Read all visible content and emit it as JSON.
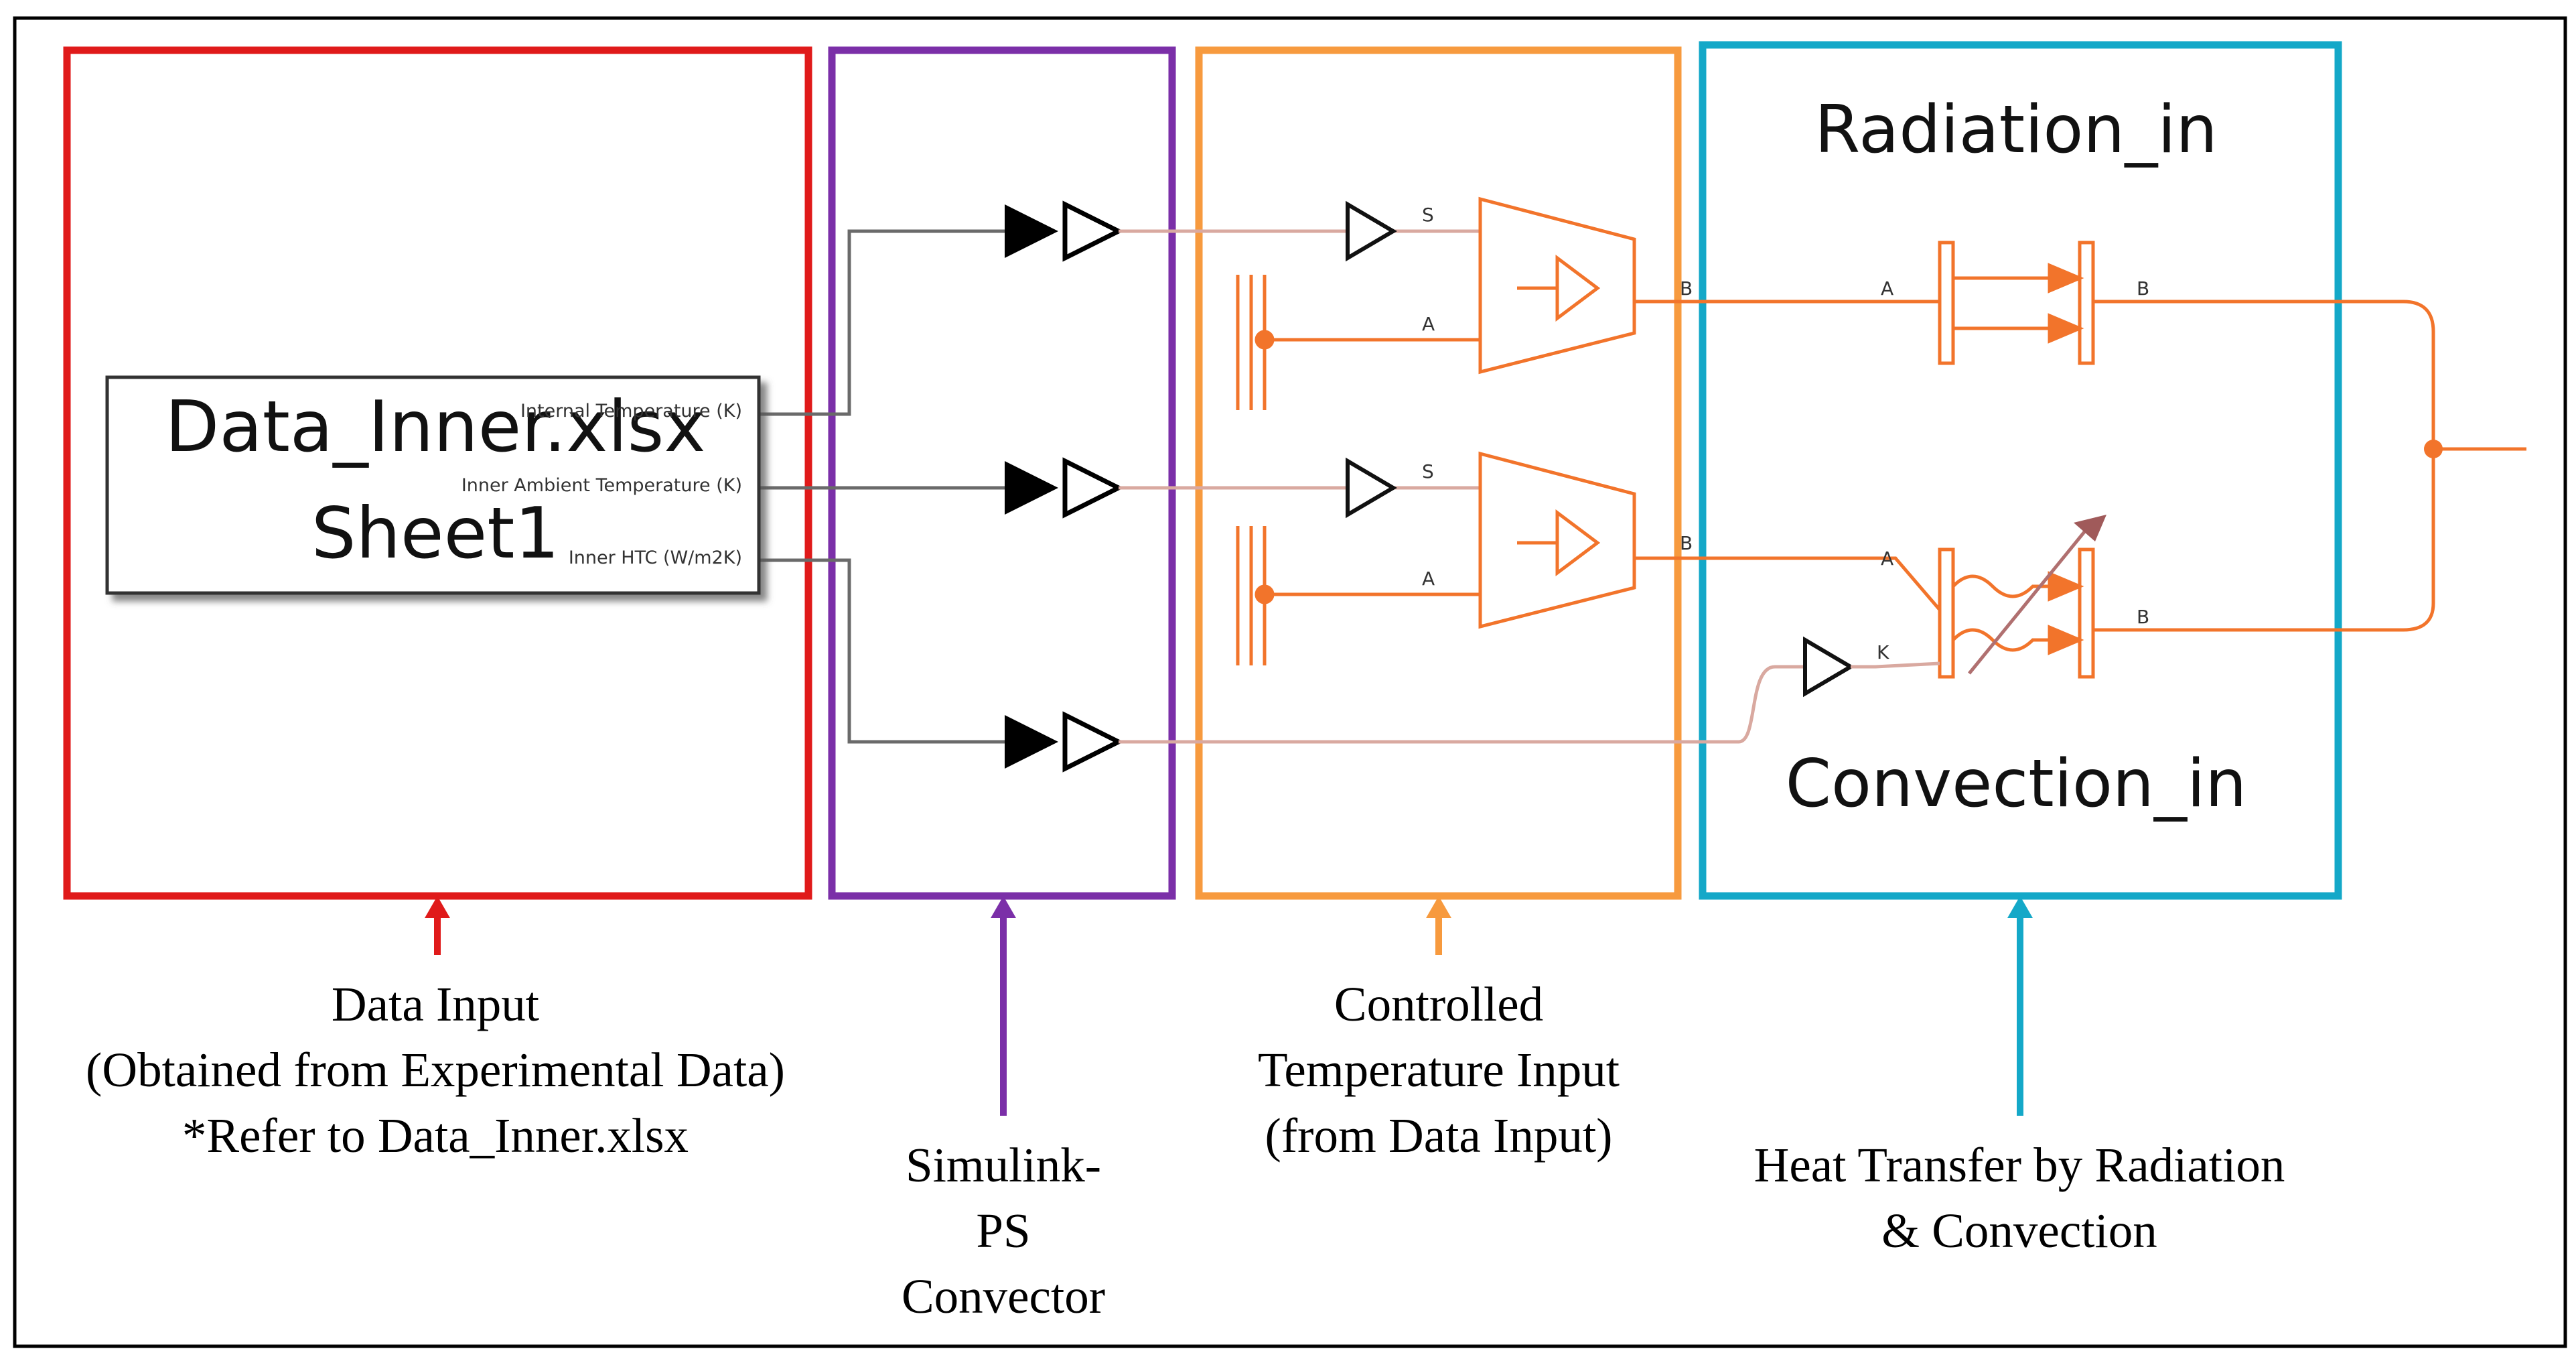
{
  "colors": {
    "red": "#e01a1a",
    "purple": "#7b2fa8",
    "orange": "#f79a3e",
    "cyan": "#14a8c8",
    "signal": "#f2742b",
    "wire": "#555555"
  },
  "block": {
    "title_line1": "Data_Inner.xlsx",
    "title_line2": "Sheet1",
    "port1": "Internal Temperature (K)",
    "port2": "Inner Ambient Temperature (K)",
    "port3": "Inner HTC (W/m2K)"
  },
  "port_letters": {
    "s": "S",
    "a": "A",
    "b": "B",
    "k": "K"
  },
  "labels": {
    "radiation": "Radiation_in",
    "convection": "Convection_in"
  },
  "captions": {
    "data_input": [
      "Data Input",
      "(Obtained from Experimental Data)",
      "*Refer to Data_Inner.xlsx"
    ],
    "converter": [
      "Simulink-",
      "PS",
      "Convector"
    ],
    "controlled": [
      "Controlled",
      "Temperature Input",
      "(from Data Input)"
    ],
    "heat": [
      "Heat Transfer by Radiation",
      "& Convection"
    ]
  }
}
